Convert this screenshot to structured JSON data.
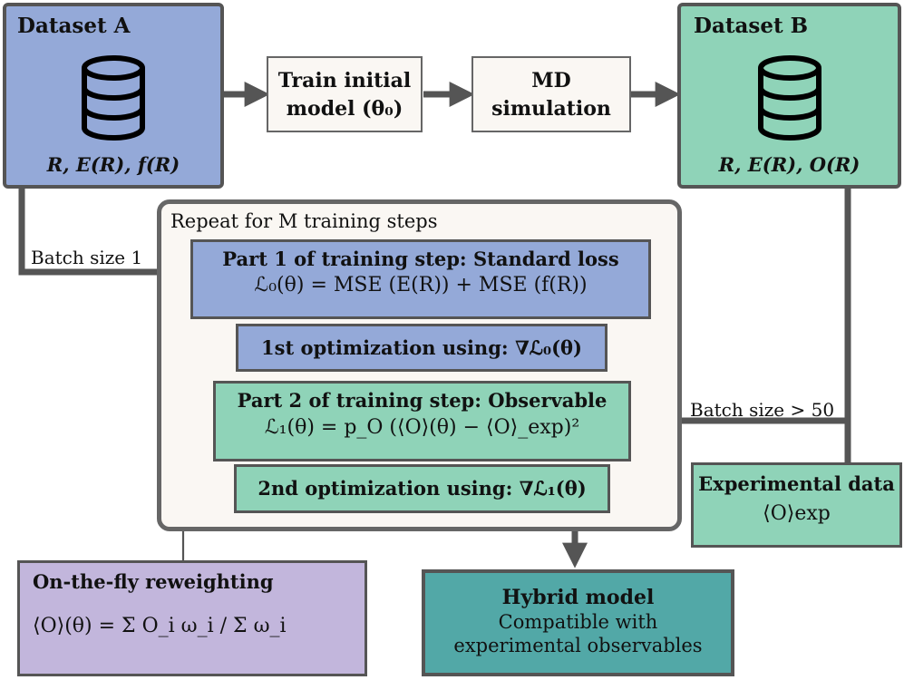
{
  "colors": {
    "blue": "#94a9d8",
    "green": "#8fd3b8",
    "purple": "#c2b6dc",
    "teal": "#52a8a7",
    "cream": "#faf7f3",
    "border": "#555555"
  },
  "dataset_a": {
    "title": "Dataset A",
    "icon": "database-icon",
    "fields": "R, E(R), f(R)"
  },
  "dataset_b": {
    "title": "Dataset B",
    "icon": "database-icon",
    "fields": "R, E(R), O(R)"
  },
  "train_box": {
    "line1": "Train initial",
    "line2": "model (θ₀)"
  },
  "md_box": {
    "line1": "MD",
    "line2": "simulation"
  },
  "loop": {
    "title": "Repeat for M training steps",
    "part1": {
      "title": "Part 1 of training step: Standard loss",
      "formula": "ℒ₀(θ) = MSE (E(R)) + MSE (f(R))"
    },
    "opt1": "1st optimization using: ∇ℒ₀(θ)",
    "part2": {
      "title": "Part 2 of training step: Observable",
      "formula": "ℒ₁(θ) = p_O (⟨O⟩(θ) − ⟨O⟩_exp)²"
    },
    "opt2": "2nd optimization using: ∇ℒ₁(θ)"
  },
  "batch_a": "Batch size 1",
  "batch_b": "Batch size > 50",
  "experimental": {
    "title": "Experimental data",
    "formula": "⟨O⟩exp"
  },
  "reweighting": {
    "title": "On-the-fly reweighting",
    "formula": "⟨O⟩(θ) = Σ O_i ω_i / Σ ω_i"
  },
  "hybrid": {
    "title": "Hybrid model",
    "line1": "Compatible with",
    "line2": "experimental observables"
  }
}
